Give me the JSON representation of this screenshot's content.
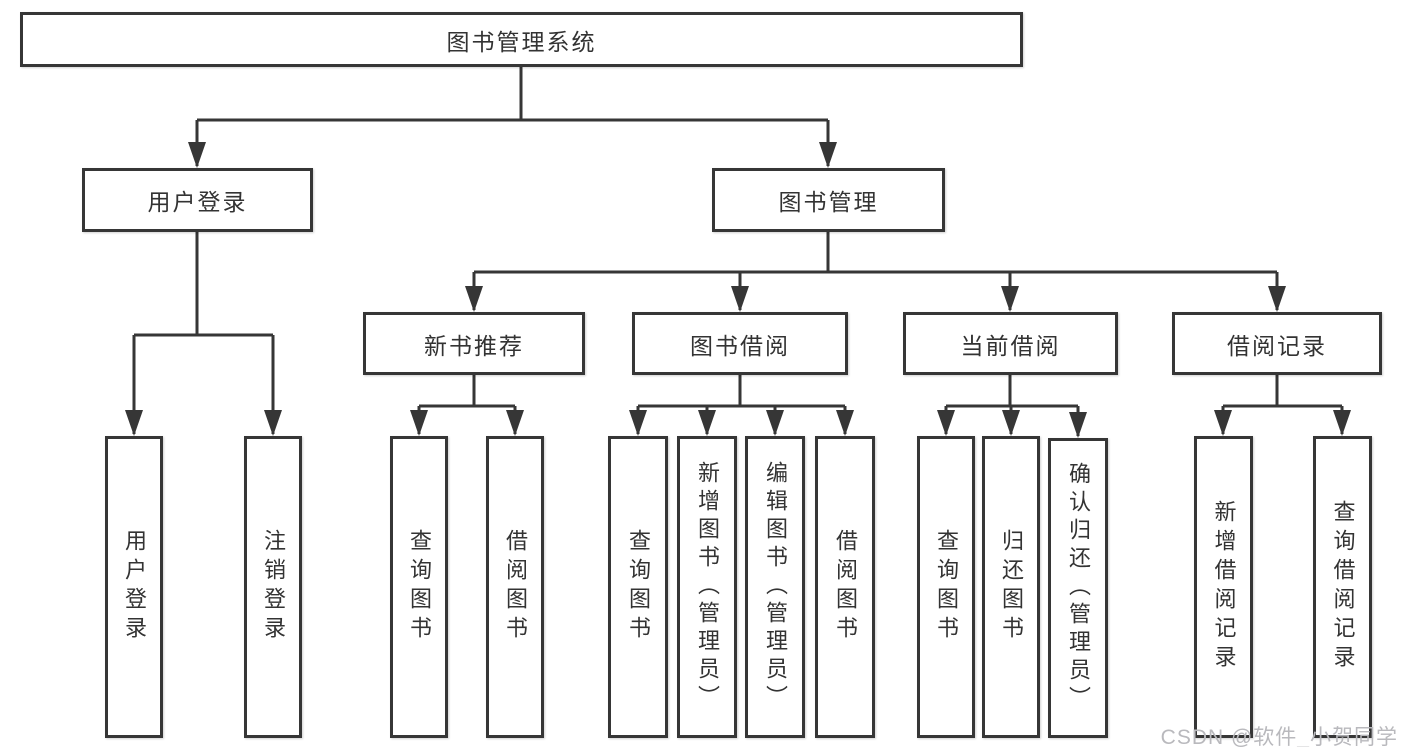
{
  "diagram": {
    "title": "图书管理系统",
    "branches": [
      {
        "label": "用户登录",
        "children": [
          "用户登录",
          "注销登录"
        ]
      },
      {
        "label": "图书管理",
        "groups": [
          {
            "label": "新书推荐",
            "children": [
              "查询图书",
              "借阅图书"
            ]
          },
          {
            "label": "图书借阅",
            "children": [
              "查询图书",
              "新增图书（管理员）",
              "编辑图书（管理员）",
              "借阅图书"
            ]
          },
          {
            "label": "当前借阅",
            "children": [
              "查询图书",
              "归还图书",
              "确认归还（管理员）"
            ]
          },
          {
            "label": "借阅记录",
            "children": [
              "新增借阅记录",
              "查询借阅记录"
            ]
          }
        ]
      }
    ]
  },
  "watermark": {
    "text": "CSDN @软件_小贺同学"
  },
  "colors": {
    "line": "#363636",
    "box_border": "#363636",
    "text": "#333333",
    "watermark": "#b9b9bd",
    "background": "#ffffff"
  }
}
